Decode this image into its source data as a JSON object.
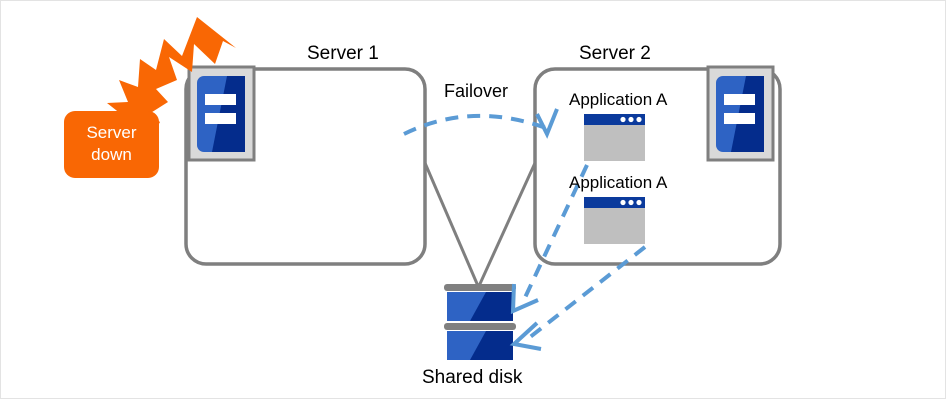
{
  "diagram": {
    "title_server1": "Server 1",
    "title_server2": "Server 2",
    "failover_label": "Failover",
    "shared_disk_label": "Shared disk",
    "alert_text": "Server\ndown",
    "applications": [
      {
        "label": "Application A"
      },
      {
        "label": "Application A"
      }
    ],
    "colors": {
      "alert_orange": "#F96704",
      "box_border_gray": "#7F7F7F",
      "icon_blue_light": "#2E63C4",
      "icon_blue_dark": "#042C8C",
      "icon_frame_gray": "#D9D9D9",
      "window_titlebar": "#0B3A9C",
      "window_body": "#BFBFBF",
      "arrow_blue": "#5B9BD5",
      "disk_bar_gray": "#808080",
      "canvas_border": "#E3E3E3",
      "text_black": "#000000",
      "text_white": "#FFFFFF"
    }
  }
}
